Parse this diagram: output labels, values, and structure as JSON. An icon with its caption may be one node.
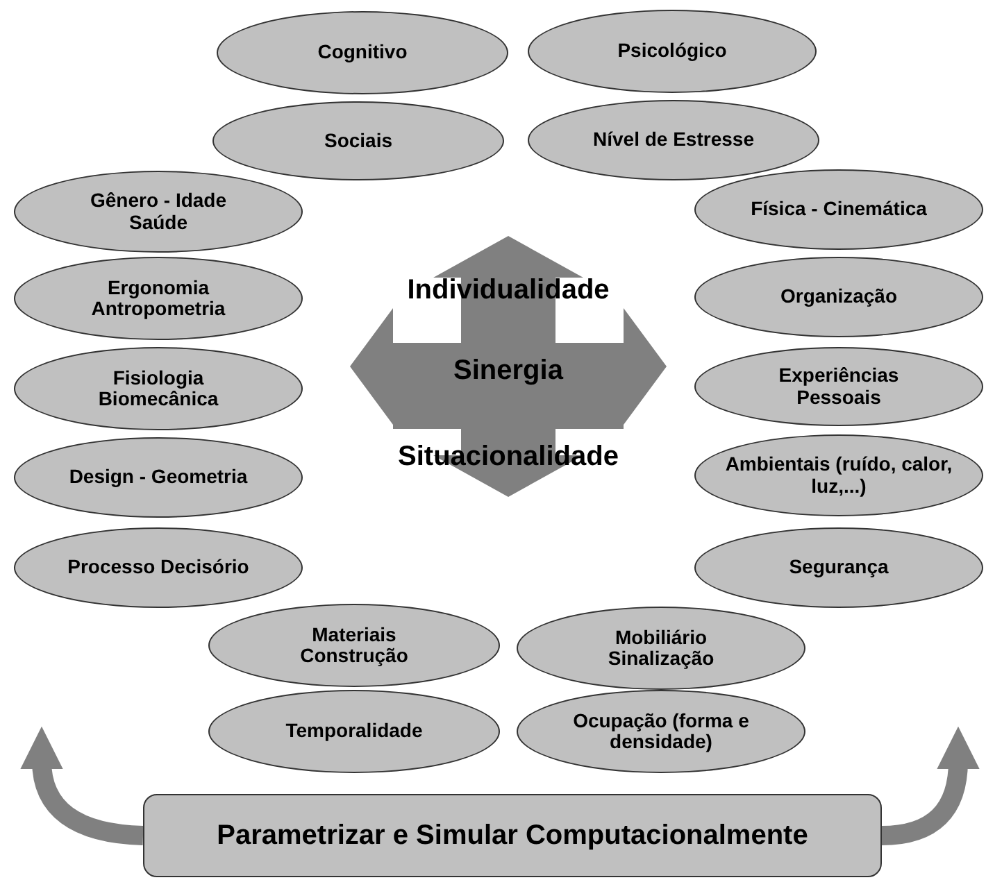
{
  "diagram": {
    "nodes": [
      {
        "text": [
          "Cognitivo"
        ]
      },
      {
        "text": [
          "Psicológico"
        ]
      },
      {
        "text": [
          "Sociais"
        ]
      },
      {
        "text": [
          "Nível de Estresse"
        ]
      },
      {
        "text": [
          "Gênero - Idade Saúde"
        ]
      },
      {
        "text": [
          "Física - Cinemática"
        ]
      },
      {
        "text": [
          "Individualidade",
          "Sinergia",
          "Situacionalidade"
        ]
      },
      {
        "text": [
          "Ergonomia Antropometria"
        ]
      },
      {
        "text": [
          "Organização"
        ]
      },
      {
        "text": [
          "Fisiologia Biomecânica"
        ]
      },
      {
        "text": [
          "Experiências Pessoais"
        ]
      },
      {
        "text": [
          "Design - Geometria"
        ]
      },
      {
        "text": [
          "Ambientais (ruído, calor, luz,...)"
        ]
      },
      {
        "text": [
          "Processo Decisório"
        ]
      },
      {
        "text": [
          "Segurança"
        ]
      },
      {
        "text": [
          "Materiais Construção"
        ]
      },
      {
        "text": [
          "Mobiliário Sinalização"
        ]
      },
      {
        "text": [
          "Temporalidade"
        ]
      },
      {
        "text": [
          "Ocupação (forma e densidade)"
        ]
      },
      {
        "text": [
          "Parametrizar e Simular Computacionalmente"
        ]
      }
    ],
    "edges": [
      {
        "from": 19,
        "to": null,
        "arrow": "to"
      },
      {
        "from": 19,
        "to": null,
        "arrow": "to"
      }
    ]
  }
}
